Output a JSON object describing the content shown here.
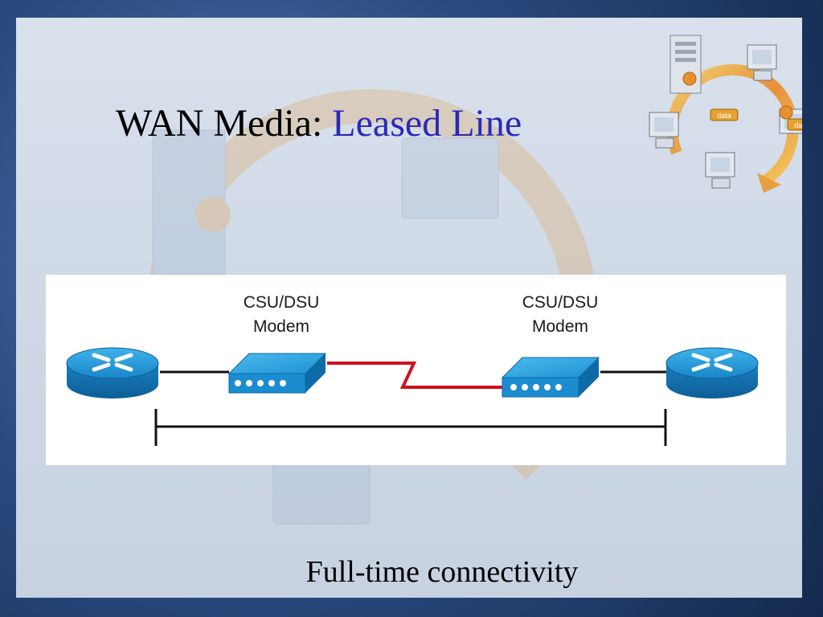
{
  "slide": {
    "title": "WAN Media: ",
    "title_accent": "Leased Line",
    "caption": "Full-time connectivity"
  },
  "diagram": {
    "left_device": {
      "line1": "CSU/DSU",
      "line2": "Modem"
    },
    "right_device": {
      "line1": "CSU/DSU",
      "line2": "Modem"
    },
    "logo_badges": [
      "data",
      "data"
    ]
  },
  "colors": {
    "title_accent": "#2a2ab8",
    "router_blue": "#1f8fd0",
    "leased_line_red": "#d01020",
    "link_black": "#111111"
  }
}
